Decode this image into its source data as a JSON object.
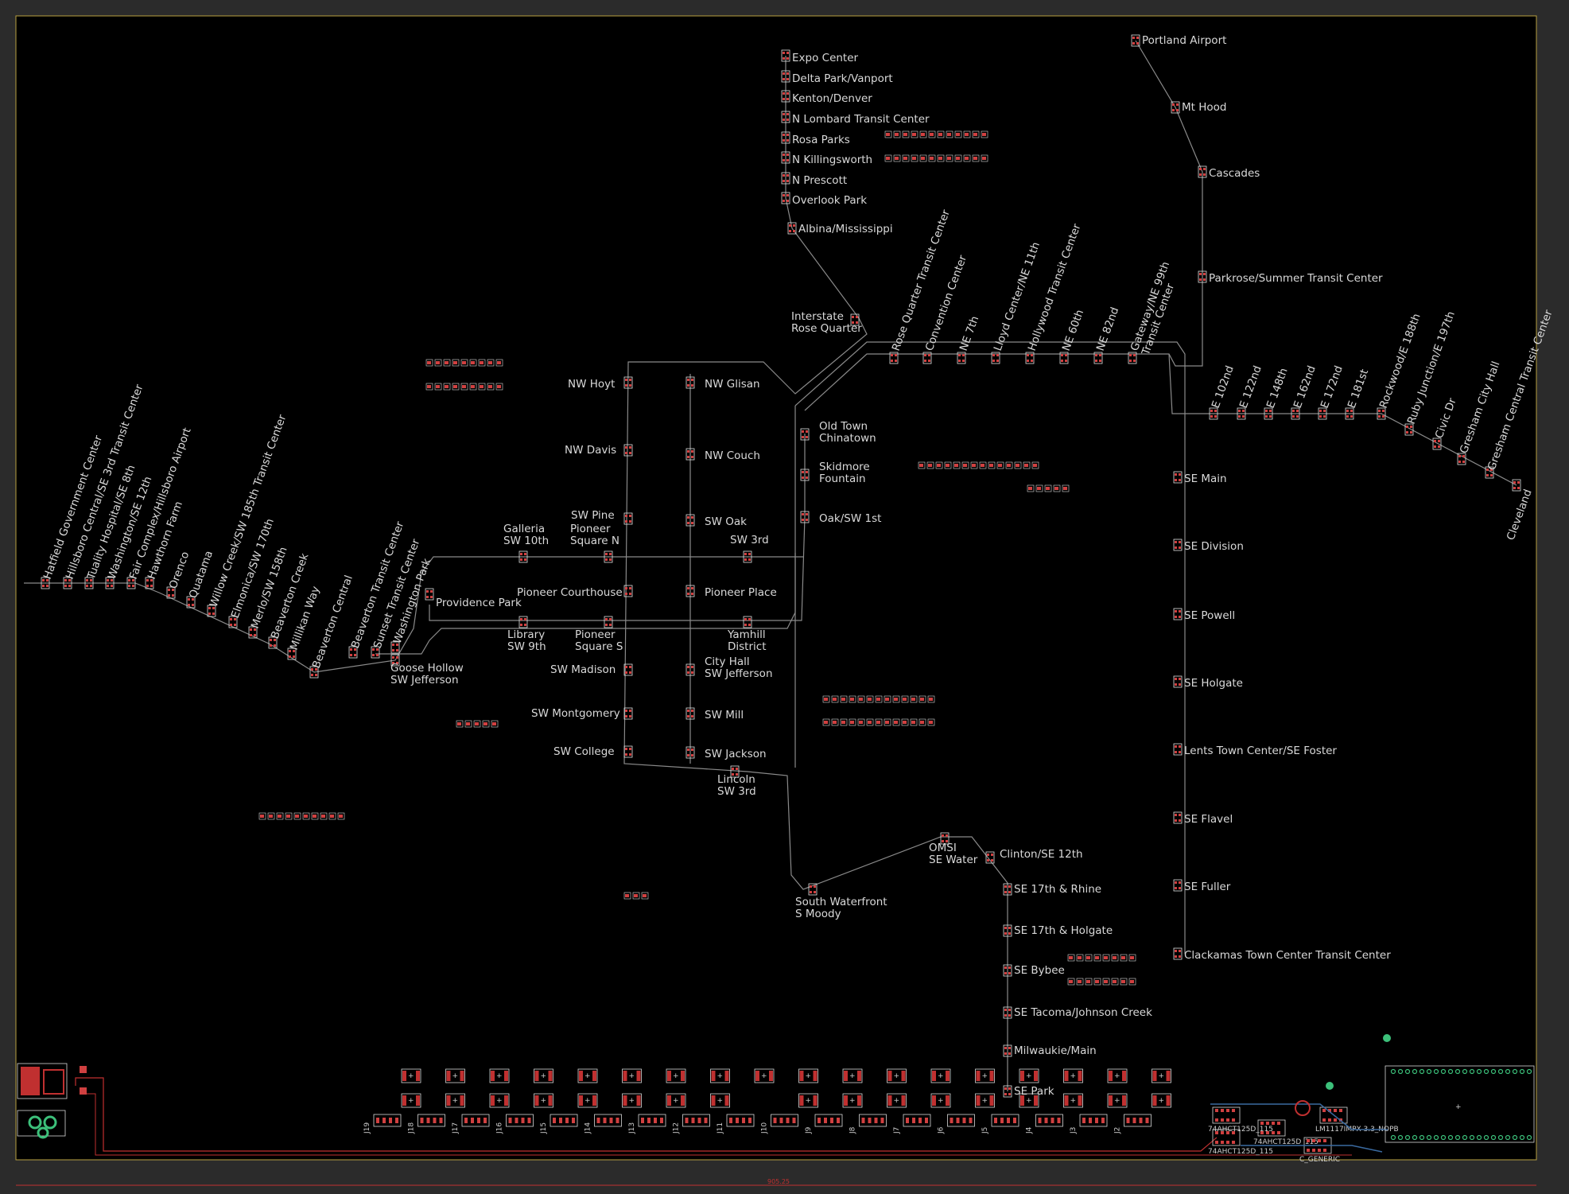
{
  "board": {
    "background": "#000000",
    "outline_color": "#b8a040",
    "trace_color": "#8a8a8a",
    "copper_color": "#c03030",
    "pad_color": "#d04040",
    "via_color": "#3cc07a",
    "bottom_trace_color": "#3a6aa0",
    "dimension_label": "905.25"
  },
  "stations": [
    {
      "id": "expo",
      "label": "Expo Center"
    },
    {
      "id": "delta",
      "label": "Delta Park/Vanport"
    },
    {
      "id": "kenton",
      "label": "Kenton/Denver"
    },
    {
      "id": "lombard",
      "label": "N Lombard Transit Center"
    },
    {
      "id": "rosaparks",
      "label": "Rosa Parks"
    },
    {
      "id": "killingsworth",
      "label": "N Killingsworth"
    },
    {
      "id": "prescott",
      "label": "N Prescott"
    },
    {
      "id": "overlook",
      "label": "Overlook Park"
    },
    {
      "id": "albina",
      "label": "Albina/Mississippi"
    },
    {
      "id": "interstate",
      "label": "Interstate\nRose Quarter"
    },
    {
      "id": "airport",
      "label": "Portland Airport"
    },
    {
      "id": "mthood",
      "label": "Mt Hood"
    },
    {
      "id": "cascades",
      "label": "Cascades"
    },
    {
      "id": "parkrose",
      "label": "Parkrose/Summer Transit Center"
    },
    {
      "id": "rosequarter",
      "label": "Rose Quarter Transit Center"
    },
    {
      "id": "convention",
      "label": "Convention Center"
    },
    {
      "id": "ne7th",
      "label": "NE 7th"
    },
    {
      "id": "lloyd",
      "label": "Lloyd Center/NE 11th"
    },
    {
      "id": "hollywood",
      "label": "Hollywood Transit Center"
    },
    {
      "id": "ne60th",
      "label": "NE 60th"
    },
    {
      "id": "ne82nd",
      "label": "NE 82nd"
    },
    {
      "id": "gateway",
      "label": "Gateway/NE 99th\nTransit Center"
    },
    {
      "id": "e102",
      "label": "E 102nd"
    },
    {
      "id": "e122",
      "label": "E 122nd"
    },
    {
      "id": "e148",
      "label": "E 148th"
    },
    {
      "id": "e162",
      "label": "E 162nd"
    },
    {
      "id": "e172",
      "label": "E 172nd"
    },
    {
      "id": "e181",
      "label": "E 181st"
    },
    {
      "id": "rockwood",
      "label": "Rockwood/E 188th"
    },
    {
      "id": "ruby",
      "label": "Ruby Junction/E 197th"
    },
    {
      "id": "civic",
      "label": "Civic Dr"
    },
    {
      "id": "greshamcity",
      "label": "Gresham City Hall"
    },
    {
      "id": "greshamcentral",
      "label": "Gresham Central Transit Center"
    },
    {
      "id": "cleveland",
      "label": "Cleveland"
    },
    {
      "id": "nwhoyt",
      "label": "NW Hoyt"
    },
    {
      "id": "nwglisan",
      "label": "NW Glisan"
    },
    {
      "id": "nwdavis",
      "label": "NW Davis"
    },
    {
      "id": "nwcouch",
      "label": "NW Couch"
    },
    {
      "id": "oldtown",
      "label": "Old Town\nChinatown"
    },
    {
      "id": "skidmore",
      "label": "Skidmore\nFountain"
    },
    {
      "id": "oaksw1st",
      "label": "Oak/SW 1st"
    },
    {
      "id": "swpine",
      "label": "SW Pine"
    },
    {
      "id": "swoak",
      "label": "SW Oak"
    },
    {
      "id": "galleria",
      "label": "Galleria\nSW 10th"
    },
    {
      "id": "pioneern",
      "label": "Pioneer\nSquare N"
    },
    {
      "id": "sw3rd",
      "label": "SW 3rd"
    },
    {
      "id": "pioneercourthouse",
      "label": "Pioneer Courthouse"
    },
    {
      "id": "pioneerplace",
      "label": "Pioneer Place"
    },
    {
      "id": "providence",
      "label": "Providence Park"
    },
    {
      "id": "library",
      "label": "Library\nSW 9th"
    },
    {
      "id": "pioneers",
      "label": "Pioneer\nSquare S"
    },
    {
      "id": "yamhill",
      "label": "Yamhill\nDistrict"
    },
    {
      "id": "swmadison",
      "label": "SW Madison"
    },
    {
      "id": "cityhall",
      "label": "City Hall\nSW Jefferson"
    },
    {
      "id": "swmontgomery",
      "label": "SW Montgomery"
    },
    {
      "id": "swmill",
      "label": "SW Mill"
    },
    {
      "id": "swcollege",
      "label": "SW College"
    },
    {
      "id": "swjackson",
      "label": "SW Jackson"
    },
    {
      "id": "lincoln",
      "label": "Lincoln\nSW 3rd"
    },
    {
      "id": "southwaterfront",
      "label": "South Waterfront\nS Moody"
    },
    {
      "id": "omsi",
      "label": "OMSI\nSE Water"
    },
    {
      "id": "clinton",
      "label": "Clinton/SE 12th"
    },
    {
      "id": "se17rhine",
      "label": "SE 17th & Rhine"
    },
    {
      "id": "se17holgate",
      "label": "SE 17th & Holgate"
    },
    {
      "id": "sebybee",
      "label": "SE Bybee"
    },
    {
      "id": "setacoma",
      "label": "SE Tacoma/Johnson Creek"
    },
    {
      "id": "milwaukie",
      "label": "Milwaukie/Main"
    },
    {
      "id": "separk",
      "label": "SE Park"
    },
    {
      "id": "semain",
      "label": "SE Main"
    },
    {
      "id": "sedivision",
      "label": "SE Division"
    },
    {
      "id": "sepowell",
      "label": "SE Powell"
    },
    {
      "id": "seholgate",
      "label": "SE Holgate"
    },
    {
      "id": "lents",
      "label": "Lents Town Center/SE Foster"
    },
    {
      "id": "seflavel",
      "label": "SE Flavel"
    },
    {
      "id": "sefuller",
      "label": "SE Fuller"
    },
    {
      "id": "clackamas",
      "label": "Clackamas Town Center Transit Center"
    },
    {
      "id": "goosehollow",
      "label": "Goose Hollow\nSW Jefferson"
    },
    {
      "id": "washingtonpark",
      "label": "Washington Park"
    },
    {
      "id": "sunset",
      "label": "Sunset Transit Center"
    },
    {
      "id": "beavertontc",
      "label": "Beaverton Transit Center"
    },
    {
      "id": "beavertoncentral",
      "label": "Beaverton Central"
    },
    {
      "id": "millikan",
      "label": "Millikan Way"
    },
    {
      "id": "beavertoncreek",
      "label": "Beaverton Creek"
    },
    {
      "id": "merlo",
      "label": "Merlo/SW 158th"
    },
    {
      "id": "elmonica",
      "label": "Elmonica/SW 170th"
    },
    {
      "id": "willowcreek",
      "label": "Willow Creek/SW 185th Transit Center"
    },
    {
      "id": "quatama",
      "label": "Quatama"
    },
    {
      "id": "orenco",
      "label": "Orenco"
    },
    {
      "id": "hawthorn",
      "label": "Hawthorn Farm"
    },
    {
      "id": "faircomplex",
      "label": "Fair Complex/Hillsboro Airport"
    },
    {
      "id": "washse12",
      "label": "Washington/SE 12th"
    },
    {
      "id": "se8th",
      "label": "Tuality Hospital/SE 8th"
    },
    {
      "id": "hillsborocentral",
      "label": "Hillsboro Central/SE 3rd Transit Center"
    },
    {
      "id": "hatfield",
      "label": "Hatfield Government Center"
    }
  ],
  "connectors": [
    "J19",
    "J18",
    "J17",
    "J16",
    "J15",
    "J14",
    "J13",
    "J12",
    "J11",
    "J10",
    "J9",
    "J8",
    "J7",
    "J6",
    "J5",
    "J4",
    "J3",
    "J2"
  ],
  "chips": [
    "74AHCT125D_115",
    "74AHCT125D_115",
    "74AHCT125D_115",
    "LM1117IMPX-3.3_NOPB",
    "C_GENERIC"
  ]
}
